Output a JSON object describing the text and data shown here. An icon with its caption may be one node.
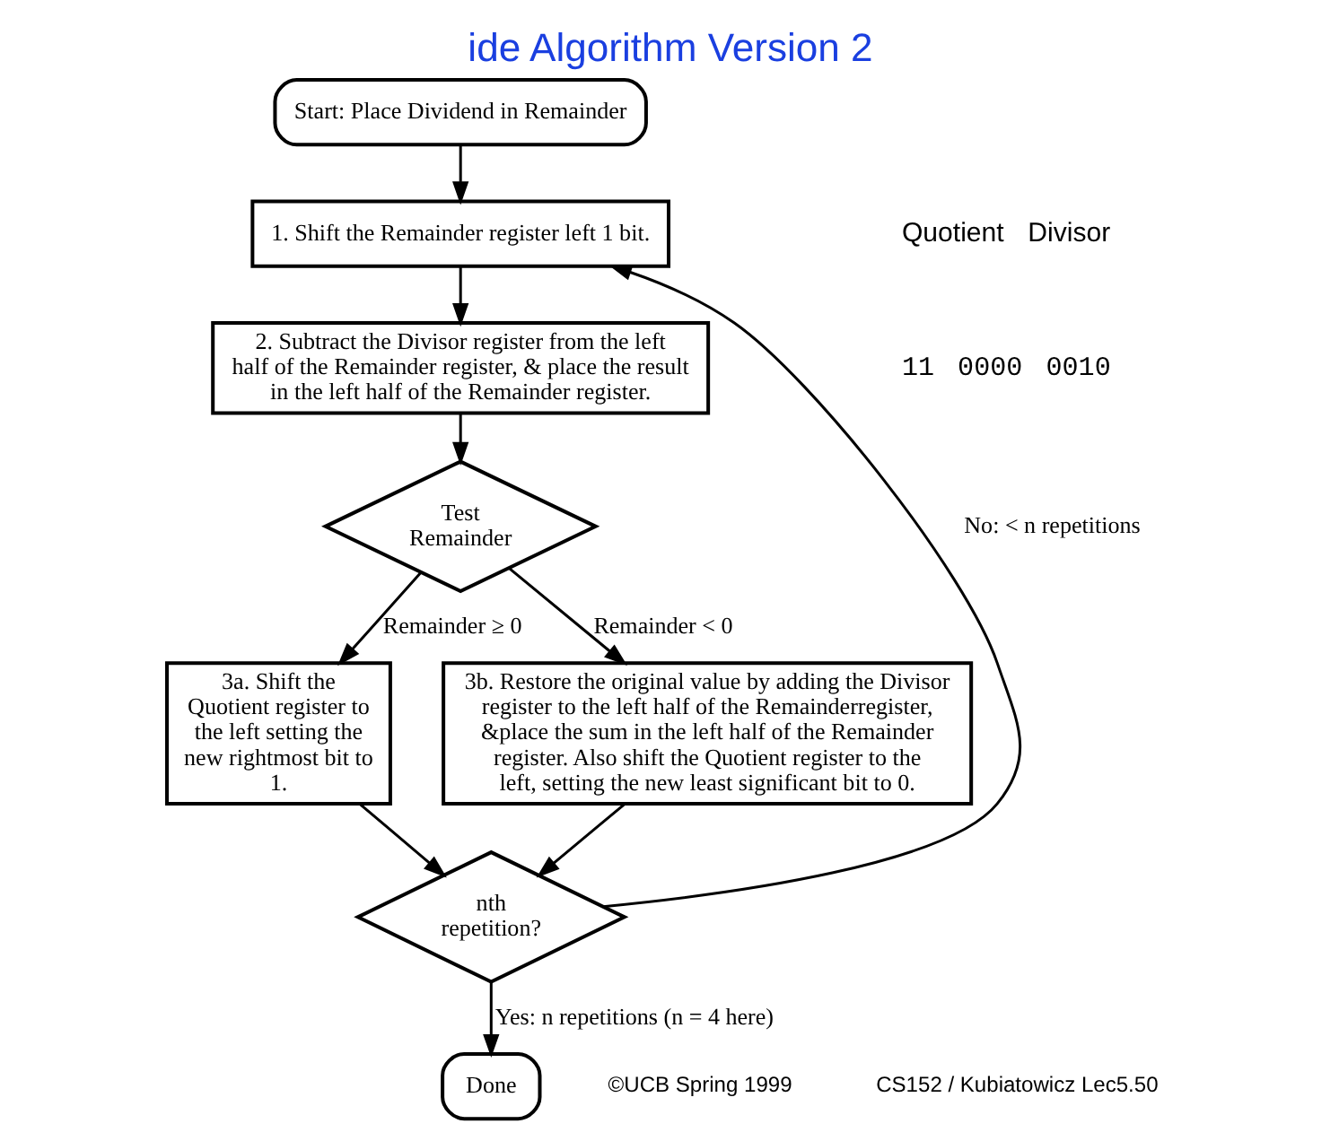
{
  "diagram": {
    "title": "ide Algorithm Version 2",
    "nodes": [
      {
        "text": [
          "Start: Place Dividend in Remainder"
        ]
      },
      {
        "text": [
          "1. Shift the Remainder register left 1 bit."
        ]
      },
      {
        "text": [
          "2. Subtract the Divisor register from the left half of the Remainder register, & place the result in the left half of the Remainder register."
        ]
      },
      {
        "text": [
          "Test Remainder"
        ]
      },
      {
        "text": [
          "3a. Shift the Quotient register to the left setting the new rightmost bit to 1."
        ]
      },
      {
        "text": [
          "3b. Restore the original value by adding the Divisor register to the left half of the Remainderregister, &place the sum in the left half of the Remainder register. Also shift the Quotient register to the left, setting the new least significant bit to 0."
        ]
      },
      {
        "text": [
          "nth repetition?"
        ]
      },
      {
        "text": [
          "Done"
        ]
      }
    ],
    "edges": [
      {
        "from": 0,
        "to": 1,
        "arrow": "to"
      },
      {
        "from": 1,
        "to": 2,
        "arrow": "to"
      },
      {
        "from": 2,
        "to": 3,
        "arrow": "to"
      },
      {
        "from": 3,
        "to": 4,
        "arrow": "to",
        "label": "Remainder ≥ 0"
      },
      {
        "from": 3,
        "to": 5,
        "arrow": "to",
        "label": "Remainder < 0"
      },
      {
        "from": 4,
        "to": 6,
        "arrow": "to"
      },
      {
        "from": 5,
        "to": 6,
        "arrow": "to"
      },
      {
        "from": 6,
        "to": 1,
        "arrow": "to",
        "label": "No: < n repetitions"
      },
      {
        "from": 6,
        "to": 7,
        "arrow": "to",
        "label": "Yes: n repetitions (n = 4 here)"
      }
    ],
    "labels": [
      "Quotient",
      "Divisor",
      "11",
      "0000",
      "0010",
      "©UCB Spring 1999",
      "CS152 / Kubiatowicz Lec5.50"
    ]
  }
}
